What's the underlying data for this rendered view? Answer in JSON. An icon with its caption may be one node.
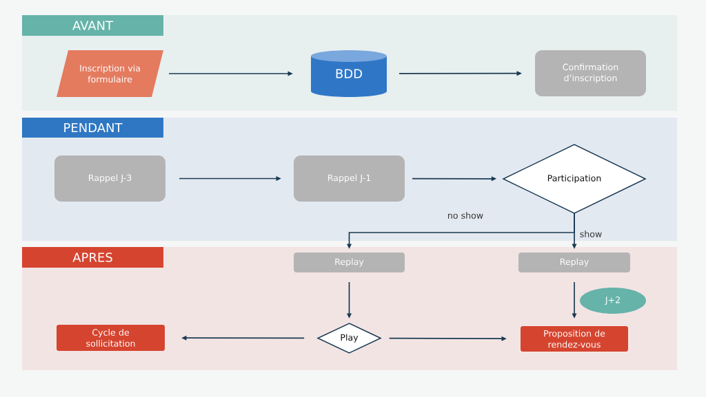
{
  "diagram": {
    "nodes": [
      {
        "text": [
          "AVANT"
        ]
      },
      {
        "text": [
          "Inscription via formulaire"
        ],
        "in": 0
      },
      {
        "text": [
          "BDD"
        ],
        "in": 0
      },
      {
        "text": [
          "Confirmation d’inscription"
        ],
        "in": 0
      },
      {
        "text": [
          "PENDANT"
        ]
      },
      {
        "text": [
          "Rappel J-3"
        ],
        "in": 4
      },
      {
        "text": [
          "Rappel J-1"
        ],
        "in": 4
      },
      {
        "text": [
          "Participation"
        ],
        "in": 4
      },
      {
        "text": [
          "APRES"
        ]
      },
      {
        "text": [
          "Replay"
        ],
        "in": 8
      },
      {
        "text": [
          "Replay"
        ],
        "in": 8
      },
      {
        "text": [
          "Cycle de sollicitation"
        ],
        "in": 8
      },
      {
        "text": [
          "Play"
        ],
        "in": 8
      },
      {
        "text": [
          "Proposition de rendez-vous"
        ],
        "in": 8
      },
      {
        "text": [
          "J+2"
        ],
        "in": 8
      }
    ],
    "edges": [
      {
        "from": 1,
        "to": 2,
        "arrow": "to"
      },
      {
        "from": 2,
        "to": 3,
        "arrow": "to"
      },
      {
        "from": 5,
        "to": 6,
        "arrow": "to"
      },
      {
        "from": 6,
        "to": 7,
        "arrow": "to"
      },
      {
        "from": 7,
        "to": 9,
        "arrow": "to",
        "label": "no show"
      },
      {
        "from": 7,
        "to": 10,
        "arrow": "to",
        "label": "show"
      },
      {
        "from": 9,
        "to": 12,
        "arrow": "to"
      },
      {
        "from": 10,
        "to": 13,
        "arrow": "to"
      },
      {
        "from": 12,
        "to": 11,
        "arrow": "to"
      },
      {
        "from": 12,
        "to": 13,
        "arrow": "to"
      }
    ]
  }
}
